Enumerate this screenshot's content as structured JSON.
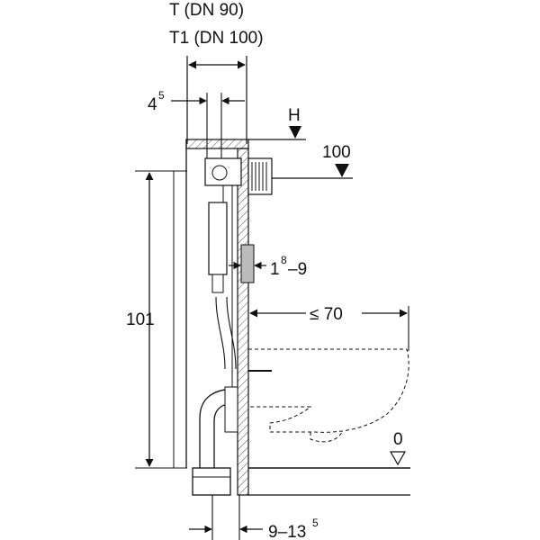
{
  "labels": {
    "t": "T (DN 90)",
    "t1": "T1 (DN 100)",
    "four": "4",
    "four_sup": "5",
    "h": "H",
    "hundred": "100",
    "one_eight_base": "1",
    "one_eight_sup": "8",
    "one_eight_rest": "–9",
    "le70": "≤ 70",
    "h101": "101",
    "zero": "0",
    "nine_13": "9–13",
    "nine_13_sup": "5"
  }
}
